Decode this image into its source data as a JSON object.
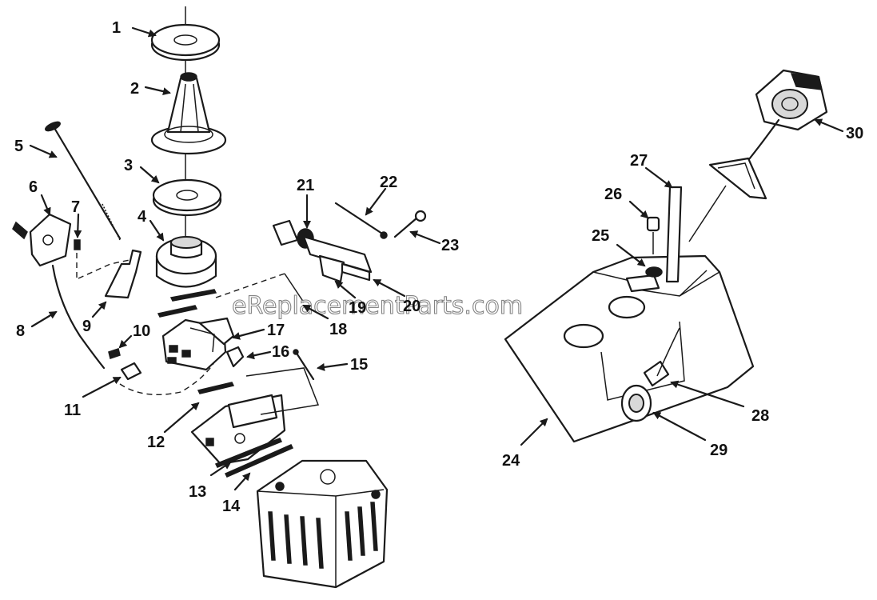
{
  "watermark": "eReplacementParts.com",
  "callouts": [
    {
      "id": "1",
      "part": "part-1"
    },
    {
      "id": "2",
      "part": "part-2"
    },
    {
      "id": "3",
      "part": "part-3"
    },
    {
      "id": "4",
      "part": "part-4"
    },
    {
      "id": "5",
      "part": "part-5"
    },
    {
      "id": "6",
      "part": "part-6"
    },
    {
      "id": "7",
      "part": "part-7"
    },
    {
      "id": "8",
      "part": "part-8"
    },
    {
      "id": "9",
      "part": "part-9"
    },
    {
      "id": "10",
      "part": "part-10"
    },
    {
      "id": "11",
      "part": "part-11"
    },
    {
      "id": "12",
      "part": "part-12"
    },
    {
      "id": "13",
      "part": "part-13"
    },
    {
      "id": "14",
      "part": "part-14"
    },
    {
      "id": "15",
      "part": "part-15"
    },
    {
      "id": "16",
      "part": "part-16"
    },
    {
      "id": "17",
      "part": "part-17"
    },
    {
      "id": "18",
      "part": "part-18"
    },
    {
      "id": "19",
      "part": "part-19"
    },
    {
      "id": "20",
      "part": "part-20"
    },
    {
      "id": "21",
      "part": "part-21"
    },
    {
      "id": "22",
      "part": "part-22"
    },
    {
      "id": "23",
      "part": "part-23"
    },
    {
      "id": "24",
      "part": "part-24"
    },
    {
      "id": "25",
      "part": "part-25"
    },
    {
      "id": "26",
      "part": "part-26"
    },
    {
      "id": "27",
      "part": "part-27"
    },
    {
      "id": "28",
      "part": "part-28"
    },
    {
      "id": "29",
      "part": "part-29"
    },
    {
      "id": "30",
      "part": "part-30"
    }
  ]
}
